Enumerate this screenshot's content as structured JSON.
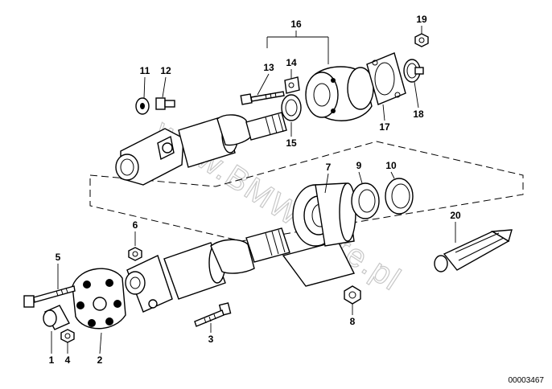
{
  "diagram": {
    "watermark": "www.BMWstore.pl",
    "document_number": "00003467",
    "callouts": [
      "1",
      "2",
      "3",
      "4",
      "5",
      "6",
      "7",
      "8",
      "9",
      "10",
      "11",
      "12",
      "13",
      "14",
      "15",
      "16",
      "17",
      "18",
      "19",
      "20"
    ],
    "colors": {
      "lines": "#000000",
      "background": "#ffffff",
      "watermark": "#c8c8c8"
    }
  }
}
